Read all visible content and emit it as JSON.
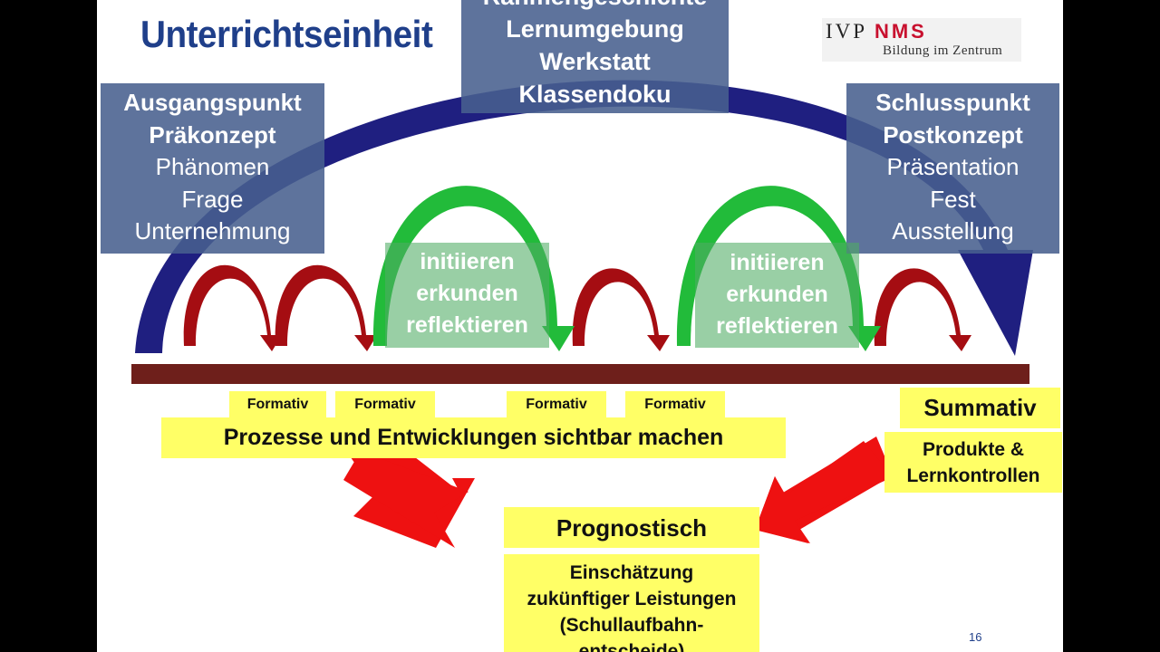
{
  "title": "Unterrichtseinheit",
  "logo": {
    "ivp": "IVP",
    "nms": "NMS",
    "subtitle": "Bildung im Zentrum"
  },
  "center_box": [
    "Rahmengeschichte",
    "Lernumgebung",
    "Werkstatt",
    "Klassendoku"
  ],
  "start_box": {
    "bold": [
      "Ausgangspunkt",
      "Präkonzept"
    ],
    "normal": [
      "Phänomen",
      "Frage",
      "Unternehmung"
    ]
  },
  "end_box": {
    "bold": [
      "Schlusspunkt",
      "Postkonzept"
    ],
    "normal": [
      "Präsentation",
      "Fest",
      "Ausstellung"
    ]
  },
  "phase_boxes": [
    [
      "initiieren",
      "erkunden",
      "reflektieren"
    ],
    [
      "initiieren",
      "erkunden",
      "reflektieren"
    ]
  ],
  "formativ_labels": [
    "Formativ",
    "Formativ",
    "Formativ",
    "Formativ"
  ],
  "prozesse_label": "Prozesse und Entwicklungen sichtbar machen",
  "summativ_label": "Summativ",
  "summativ_detail": [
    "Produkte &",
    "Lernkontrollen"
  ],
  "prognostisch_label": "Prognostisch",
  "prognostisch_detail": [
    "Einschätzung",
    "zukünftiger Leistungen",
    "(Schullaufbahn-",
    "entscheide)"
  ],
  "page_number": "16",
  "colors": {
    "blue_arc": "#1f1f80",
    "red_arc": "#a50d12",
    "green_arc": "#22bb3a",
    "timeline_bar": "#6e1f1b",
    "red_arrow": "#ee1111",
    "yellow_box": "#ffff66",
    "blue_box": "#48608e",
    "title": "#1f3f8a"
  }
}
